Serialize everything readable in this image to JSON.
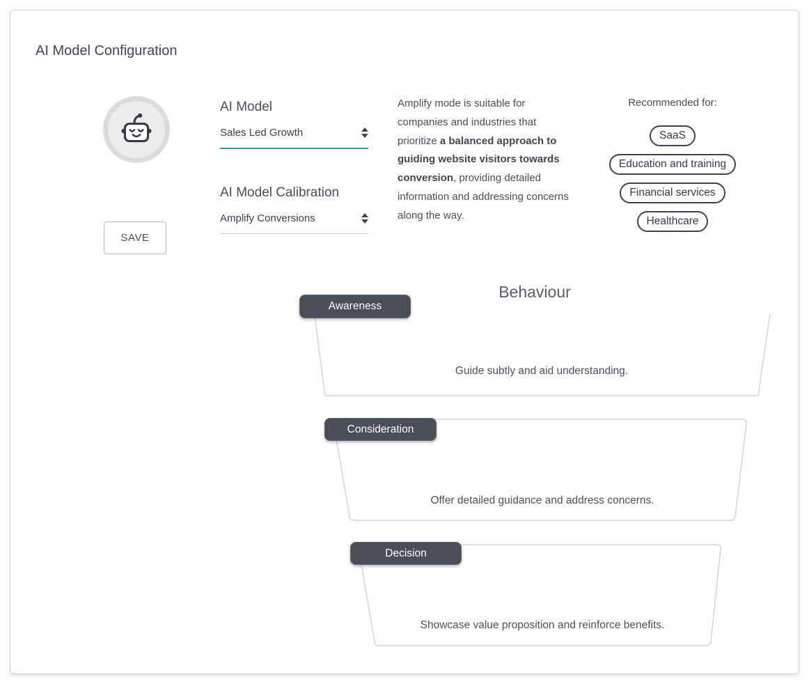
{
  "card": {
    "title": "AI Model Configuration"
  },
  "form": {
    "model_label": "AI Model",
    "model_value": "Sales Led Growth",
    "calibration_label": "AI Model Calibration",
    "calibration_value": "Amplify Conversions",
    "save_label": "SAVE"
  },
  "description": {
    "part1": "Amplify mode is suitable for companies and industries that prioritize ",
    "bold": "a balanced approach to guiding website visitors towards conversion",
    "part2": ", providing detailed information and addressing concerns along the way."
  },
  "recommended": {
    "label": "Recommended for:",
    "tags": [
      "SaaS",
      "Education and training",
      "Financial services",
      "Healthcare"
    ]
  },
  "behaviour": {
    "title": "Behaviour",
    "stages": [
      {
        "label": "Awareness",
        "description": "Guide subtly and aid understanding."
      },
      {
        "label": "Consideration",
        "description": "Offer detailed guidance and address concerns."
      },
      {
        "label": "Decision",
        "description": "Showcase value proposition and reinforce benefits."
      }
    ]
  },
  "colors": {
    "accent_teal": "#2a9d8f",
    "badge_background": "#4a4e57",
    "funnel_border": "#d8cfe2",
    "pill_border": "#3c434e",
    "card_border": "#c9cedb"
  }
}
